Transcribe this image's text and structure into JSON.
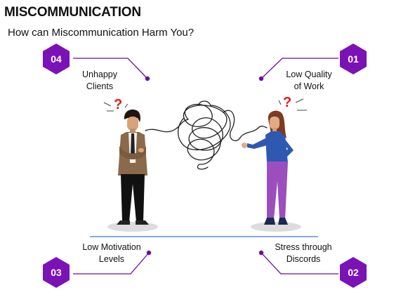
{
  "title": "MISCOMMUNICATION",
  "subtitle": "How can Miscommunication Harm You?",
  "colors": {
    "accent": "#7b12b5",
    "accent_dark": "#5c0a8a",
    "ground_line": "#5b8ed6"
  },
  "items": [
    {
      "number": "04",
      "label_lines": [
        "Unhappy",
        "Clients"
      ]
    },
    {
      "number": "01",
      "label_lines": [
        "Low Quality",
        "of Work"
      ]
    },
    {
      "number": "03",
      "label_lines": [
        "Low Motivation",
        "Levels"
      ]
    },
    {
      "number": "02",
      "label_lines": [
        "Stress through",
        "Discords"
      ]
    }
  ],
  "question_mark": "?"
}
